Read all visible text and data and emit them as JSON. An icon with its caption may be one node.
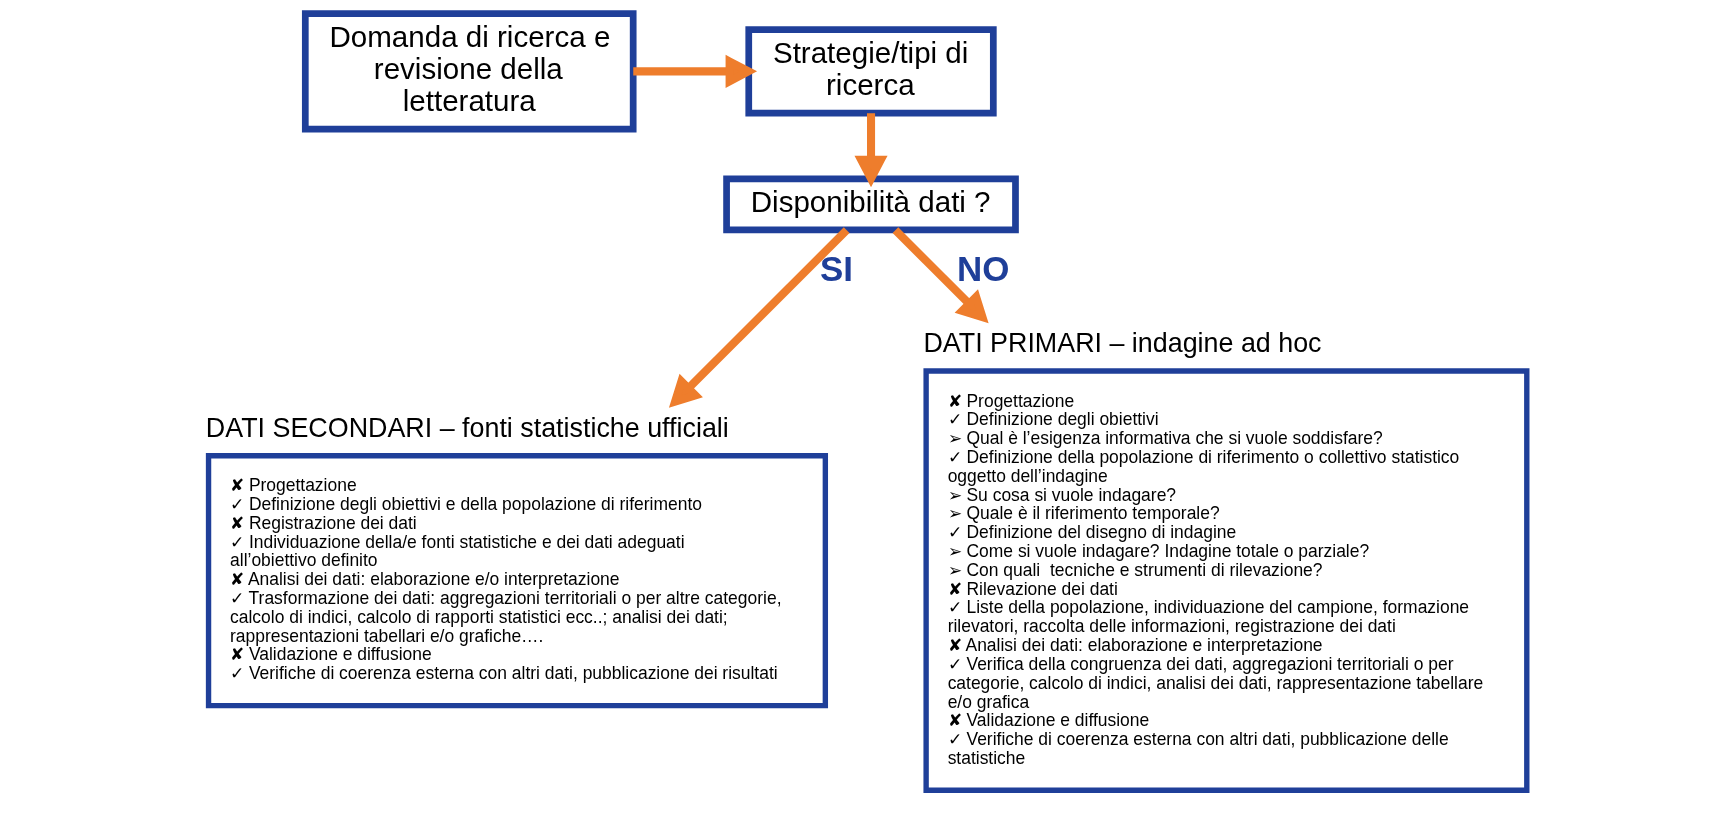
{
  "diagram": {
    "nodes": [
      {
        "text": [
          "Domanda di ricerca e revisione della letteratura"
        ]
      },
      {
        "text": [
          "Strategie/tipi di ricerca"
        ]
      },
      {
        "text": [
          "Disponibilità dati ?"
        ]
      },
      {
        "text": [
          "DATI SECONDARI – fonti statistiche ufficiali",
          "✘ Progettazione",
          "✓ Definizione degli obiettivi e della popolazione di riferimento",
          "✘ Registrazione dei dati",
          "✓ Individuazione della/e fonti statistiche e dei dati adeguati all’obiettivo definito",
          "✘ Analisi dei dati: elaborazione e/o interpretazione",
          "✓ Trasformazione dei dati: aggregazioni territoriali o per altre categorie, calcolo di indici, calcolo di rapporti statistici ecc..; analisi dei dati; rappresentazioni tabellari e/o grafiche….",
          "✘ Validazione e diffusione",
          "✓ Verifiche di coerenza esterna con altri dati, pubblicazione dei risultati"
        ]
      },
      {
        "text": [
          "DATI PRIMARI – indagine ad hoc",
          "✘ Progettazione",
          "✓ Definizione degli obiettivi",
          "➢ Qual è l’esigenza informativa che si vuole soddisfare?",
          "✓ Definizione della popolazione di riferimento o collettivo statistico oggetto dell’indagine",
          "➢ Su cosa si vuole indagare?",
          "➢ Quale è il riferimento temporale?",
          "✓ Definizione del disegno di indagine",
          "➢ Come si vuole indagare? Indagine totale o parziale?",
          "➢ Con quali  tecniche e strumenti di rilevazione?",
          "✘ Rilevazione dei dati",
          "✓ Liste della popolazione, individuazione del campione, formazione rilevatori, raccolta delle informazioni, registrazione dei dati",
          "✘ Analisi dei dati: elaborazione e interpretazione",
          "✓ Verifica della congruenza dei dati, aggregazioni territoriali o per categorie, calcolo di indici, analisi dei dati, rappresentazione tabellare e/o grafica",
          "✘ Validazione e diffusione",
          "✓ Verifiche di coerenza esterna con altri dati, pubblicazione delle statistiche"
        ]
      }
    ],
    "edges": [
      {
        "from": 0,
        "to": 1,
        "arrow": "to"
      },
      {
        "from": 1,
        "to": 2,
        "arrow": "to"
      },
      {
        "from": 2,
        "to": 3,
        "arrow": "to",
        "label": "SI"
      },
      {
        "from": 2,
        "to": 4,
        "arrow": "to",
        "label": "NO"
      }
    ]
  }
}
